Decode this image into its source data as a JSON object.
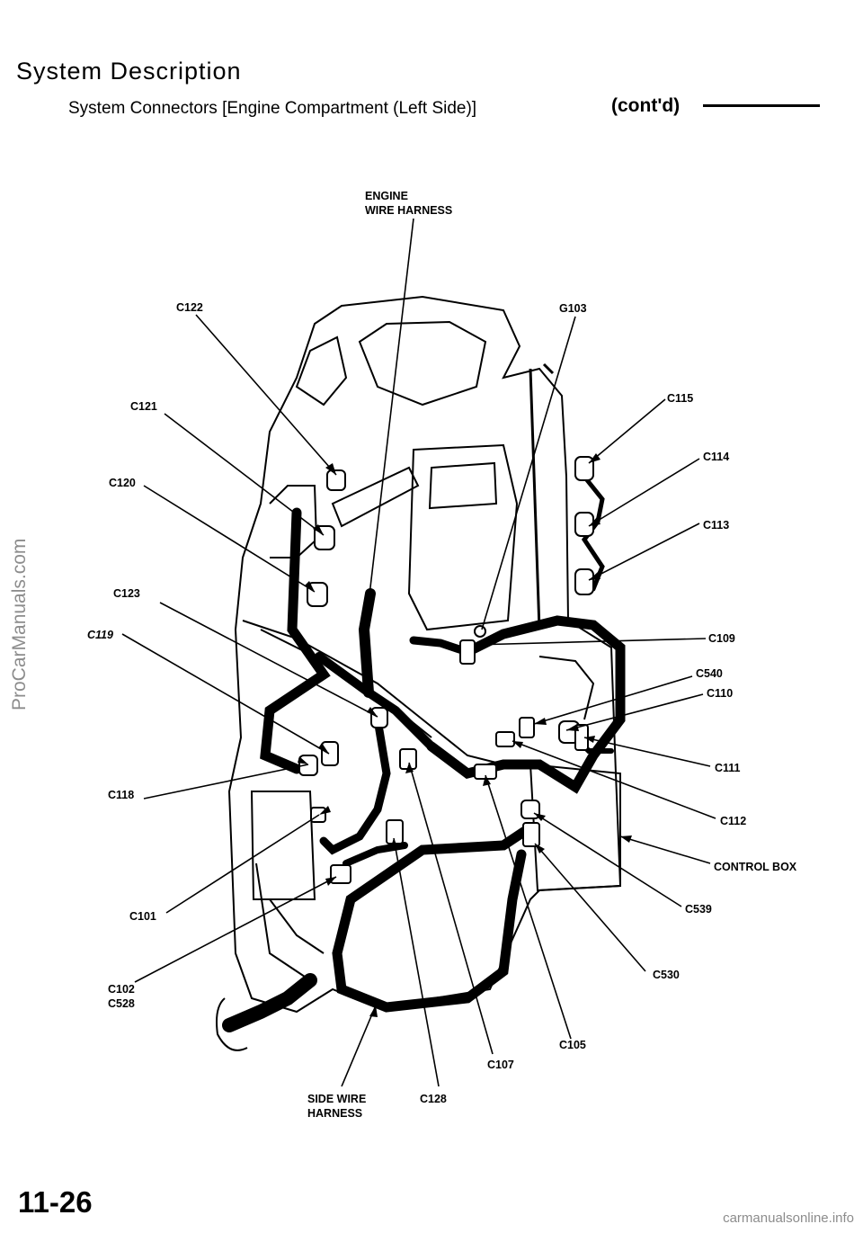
{
  "header": {
    "title": "System Description",
    "subtitle": "System Connectors [Engine Compartment (Left Side)]",
    "contd": "(cont'd)"
  },
  "diagram": {
    "labels": {
      "engine_wire_harness_1": "ENGINE",
      "engine_wire_harness_2": "WIRE HARNESS",
      "c122": "C122",
      "g103": "G103",
      "c121": "C121",
      "c115": "C115",
      "c114": "C114",
      "c120": "C120",
      "c113": "C113",
      "c123": "C123",
      "c119": "C119",
      "c109": "C109",
      "c540": "C540",
      "c110": "C110",
      "c111": "C111",
      "c118": "C118",
      "c112": "C112",
      "control_box": "CONTROL BOX",
      "c539": "C539",
      "c101": "C101",
      "c530": "C530",
      "c102": "C102",
      "c528": "C528",
      "c105": "C105",
      "c107": "C107",
      "side_wire_harness_1": "SIDE WIRE",
      "side_wire_harness_2": "HARNESS",
      "c128": "C128"
    }
  },
  "footer": {
    "page_number": "11-26",
    "watermark": "ProCarManuals.com",
    "site": "carmanualsonline.info"
  }
}
